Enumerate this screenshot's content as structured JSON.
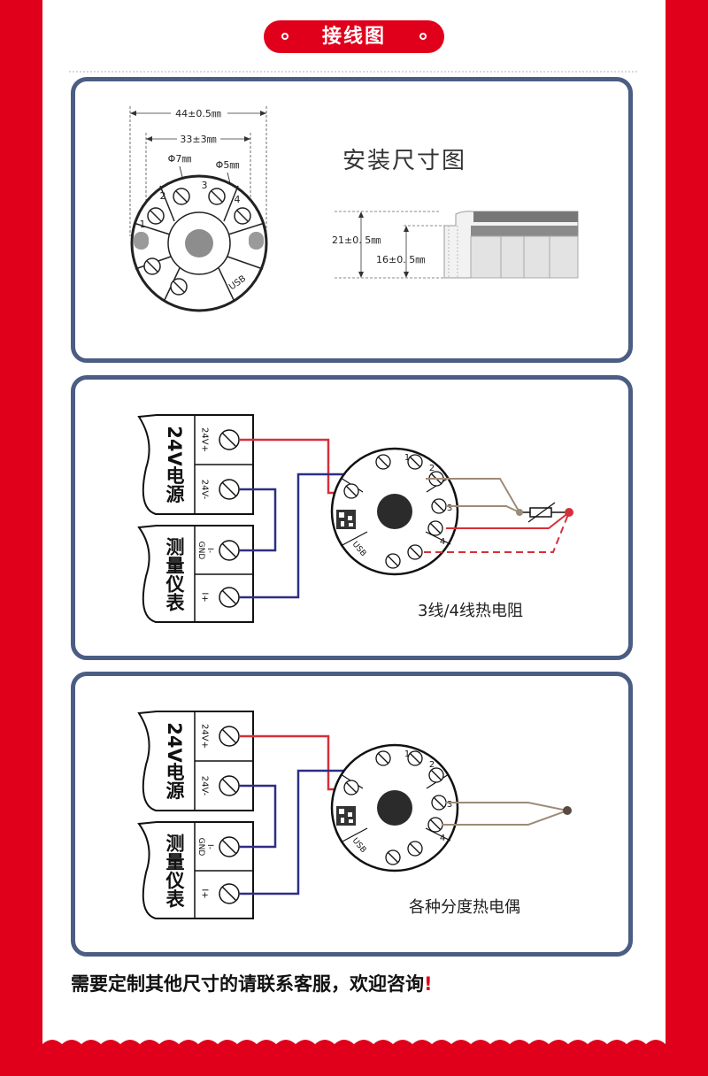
{
  "header": {
    "title": "接线图"
  },
  "card1": {
    "width44": "44±0.5㎜",
    "width33": "33±3㎜",
    "hole7": "Φ7㎜",
    "hole5": "Φ5㎜",
    "title": "安装尺寸图",
    "height21": "21±0. 5㎜",
    "height16": "16±0. 5㎜",
    "terminal_numbers": [
      "1",
      "2",
      "3",
      "4"
    ],
    "usb": "USB"
  },
  "card2": {
    "power_label": "24V电源",
    "meter_label": "测量仪表",
    "term_pos": "24V+",
    "term_neg": "24V-",
    "term_gnd": "GND",
    "term_gnd_sub": "I-",
    "term_i": "I+",
    "terminal_numbers": [
      "1",
      "2",
      "3",
      "4"
    ],
    "usb": "USB",
    "caption": "3线/4线热电阻"
  },
  "card3": {
    "power_label": "24V电源",
    "meter_label": "测量仪表",
    "term_pos": "24V+",
    "term_neg": "24V-",
    "term_gnd": "GND",
    "term_gnd_sub": "I-",
    "term_i": "I+",
    "terminal_numbers": [
      "1",
      "2",
      "3",
      "4"
    ],
    "usb": "USB",
    "caption": "各种分度热电偶"
  },
  "footer": {
    "note": "需要定制其他尺寸的请联系客服，欢迎咨询",
    "mark": "!"
  },
  "colors": {
    "brand_red": "#e0001b",
    "card_border": "#4b5d83",
    "wire_red": "#d5303a",
    "wire_blue": "#2e2e86",
    "wire_tan": "#9c8b78"
  }
}
